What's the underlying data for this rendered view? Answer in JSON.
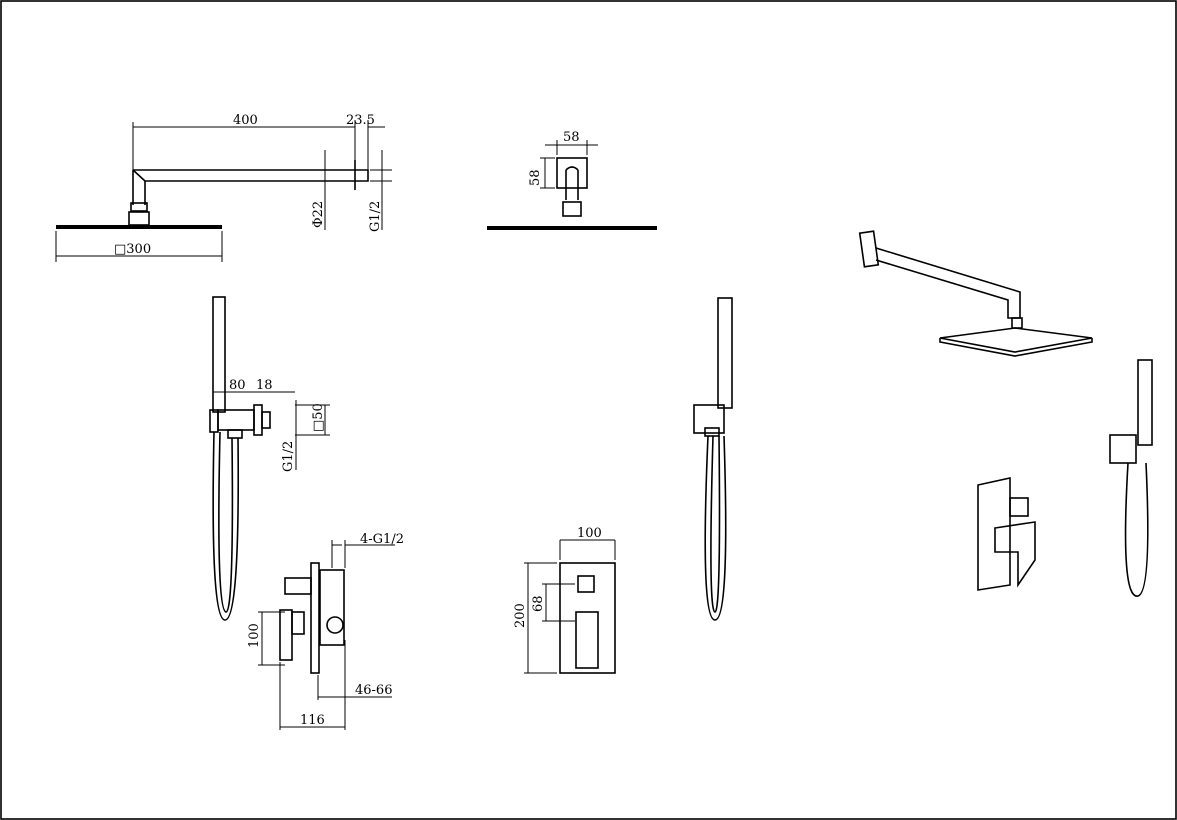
{
  "drawing": {
    "showerhead_side": {
      "arm_length": "400",
      "flange": "23.5",
      "arm_diameter": "Φ22",
      "thread": "G1/2",
      "head_size": "□300"
    },
    "showerhead_front": {
      "width": "58",
      "height": "58"
    },
    "handshower_holder": {
      "depth": "80",
      "outlet": "18",
      "plate": "□50",
      "thread": "G1/2"
    },
    "mixer_side": {
      "inlets": "4-G1/2",
      "handle_height": "100",
      "wall_depth": "46-66",
      "total_depth": "116"
    },
    "mixer_front": {
      "width": "100",
      "height": "200",
      "spacing": "68"
    }
  }
}
